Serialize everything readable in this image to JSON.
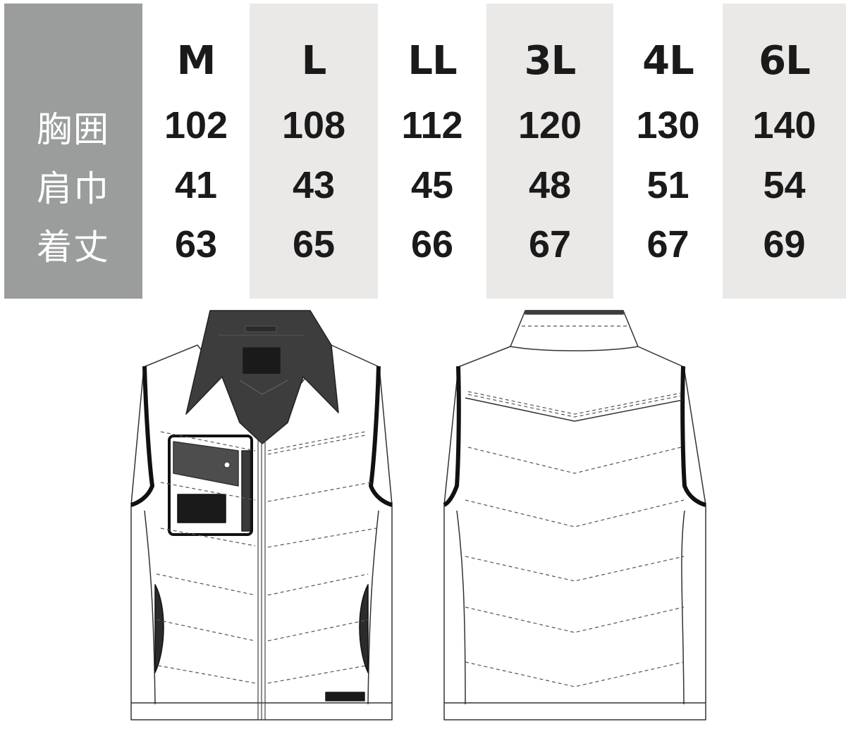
{
  "size_chart": {
    "row_labels": [
      "胸囲",
      "肩巾",
      "着丈"
    ],
    "columns": [
      {
        "size": "M",
        "chest": "102",
        "shoulder": "41",
        "length": "63"
      },
      {
        "size": "L",
        "chest": "108",
        "shoulder": "43",
        "length": "65"
      },
      {
        "size": "LL",
        "chest": "112",
        "shoulder": "45",
        "length": "66"
      },
      {
        "size": "3L",
        "chest": "120",
        "shoulder": "48",
        "length": "67"
      },
      {
        "size": "4L",
        "chest": "130",
        "shoulder": "51",
        "length": "67"
      },
      {
        "size": "6L",
        "chest": "140",
        "shoulder": "54",
        "length": "69"
      }
    ]
  },
  "illustrations": {
    "front": "vest-front",
    "back": "vest-back"
  },
  "colors": {
    "label_bg": "#9a9d9c",
    "shaded_col_bg": "#ebe9e7",
    "text": "#1a1a1a",
    "collar_dark": "#3d3d3d",
    "collar_mid": "#808080"
  }
}
